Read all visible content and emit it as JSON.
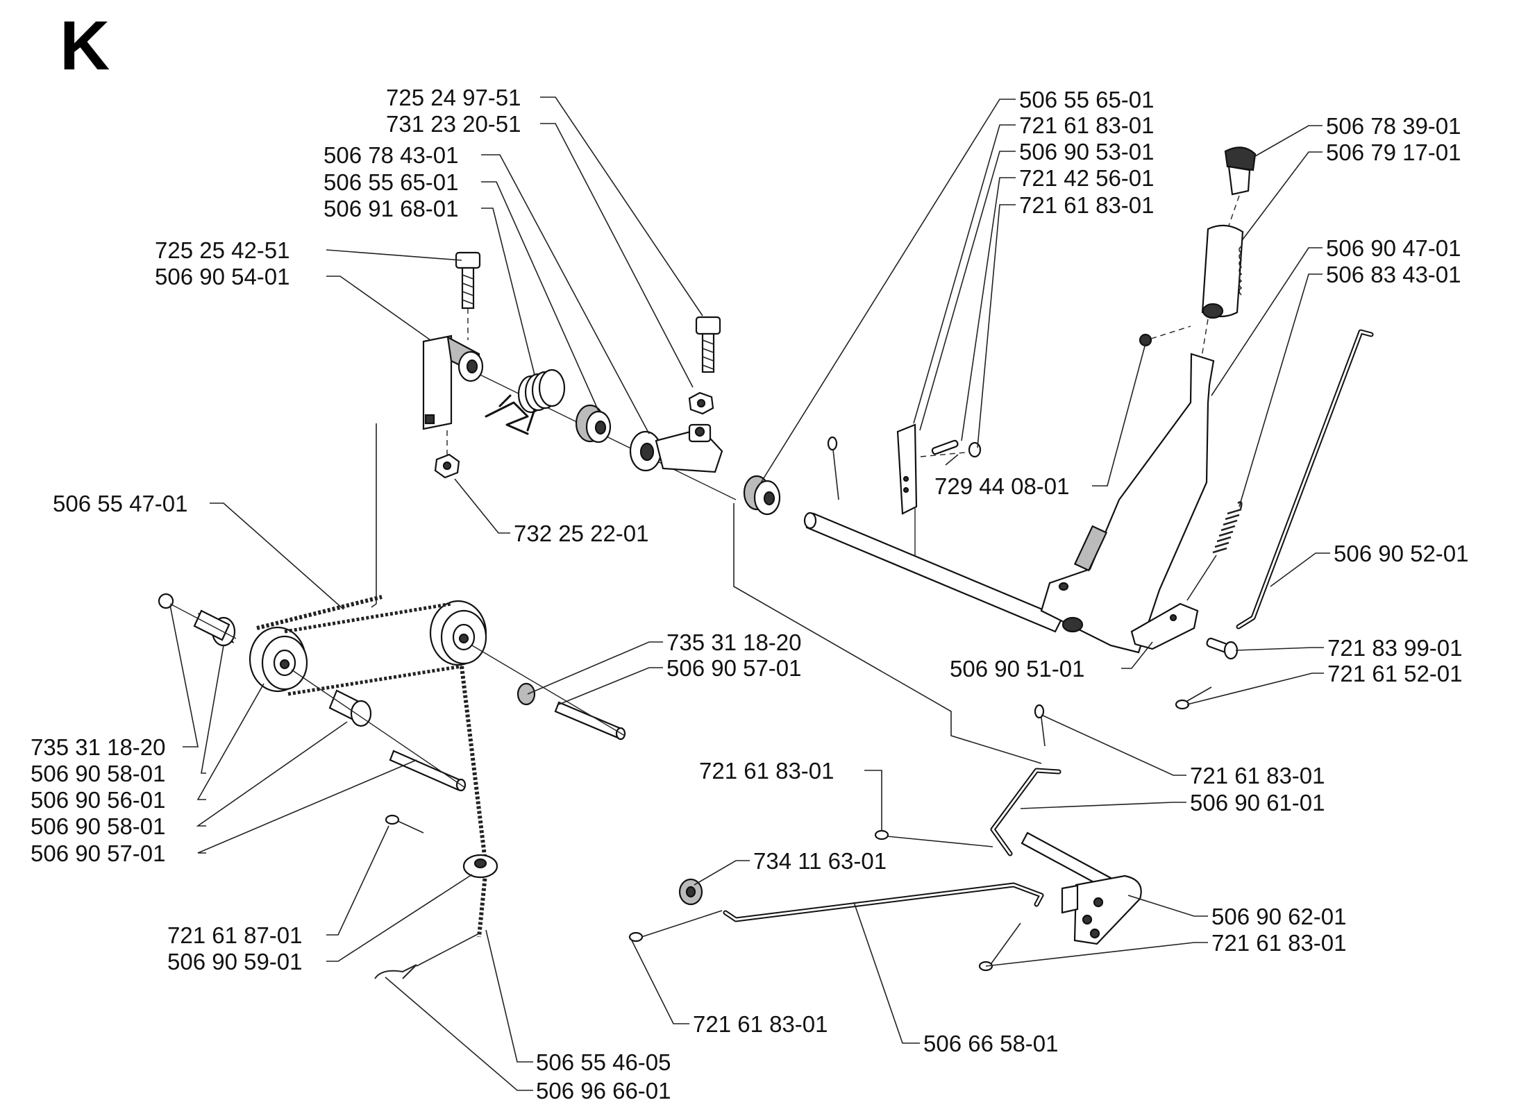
{
  "page": {
    "title": "K"
  },
  "labels": {
    "l01": "725 24 97-51",
    "l02": "731 23 20-51",
    "l03": "506 78 43-01",
    "l04": "506 55 65-01",
    "l05": "506 91 68-01",
    "l06": "725 25 42-51",
    "l07": "506 90 54-01",
    "l08": "732 25 22-01",
    "l09": "506 55 47-01",
    "l10": "735 31 18-20",
    "l11": "506 90 57-01",
    "l12": "735 31 18-20",
    "l13": "506 90 58-01",
    "l14": "506 90 56-01",
    "l15": "506 90 58-01",
    "l16": "506 90 57-01",
    "l17": "721 61 87-01",
    "l18": "506 90 59-01",
    "l19": "506 55 46-05",
    "l20": "506 96 66-01",
    "l21": "506 55 65-01",
    "l22": "721 61 83-01",
    "l23": "506 90 53-01",
    "l24": "721 42 56-01",
    "l25": "721 61 83-01",
    "l26": "729 44 08-01",
    "l27": "506 78 39-01",
    "l28": "506 79 17-01",
    "l29": "506 90 47-01",
    "l30": "506 83 43-01",
    "l31": "506 90 52-01",
    "l32": "506 90 51-01",
    "l33": "721 83 99-01",
    "l34": "721 61 52-01",
    "l35": "721 61 83-01",
    "l36": "721 61 83-01",
    "l37": "506 90 61-01",
    "l38": "734 11 63-01",
    "l39": "506 90 62-01",
    "l40": "721 61 83-01",
    "l41": "721 61 83-01",
    "l42": "506 66 58-01"
  }
}
